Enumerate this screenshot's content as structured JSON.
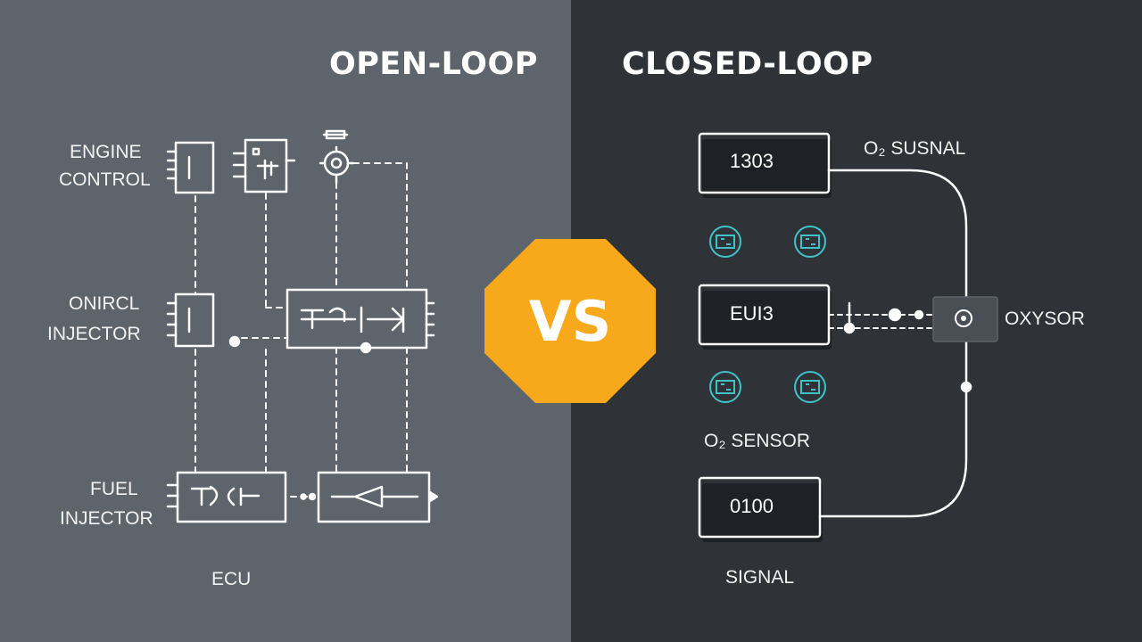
{
  "left": {
    "title": "OPEN-LOOP",
    "labels": {
      "engine_control": [
        "ENGINE",
        "CONTROL"
      ],
      "onircl_injector": [
        "ONIRCL",
        "INJECTOR"
      ],
      "fuel_injector": [
        "FUEL",
        "INJECTOR"
      ],
      "ecu": "ECU"
    }
  },
  "right": {
    "title": "CLOSED-LOOP",
    "boxes": [
      "1303",
      "EUI3",
      "0100"
    ],
    "labels": {
      "o2_signal": "O₂ SUSNAL",
      "oxysor": "OXYSOR",
      "o2_sensor": "O₂ SENSOR",
      "signal": "SIGNAL"
    }
  },
  "badge": {
    "text": "VS",
    "color": "#f7a81b"
  },
  "colors": {
    "left_bg": "#5d646c",
    "right_bg": "#2f3338",
    "line": "#ffffff",
    "teal": "#3fc3c9"
  }
}
